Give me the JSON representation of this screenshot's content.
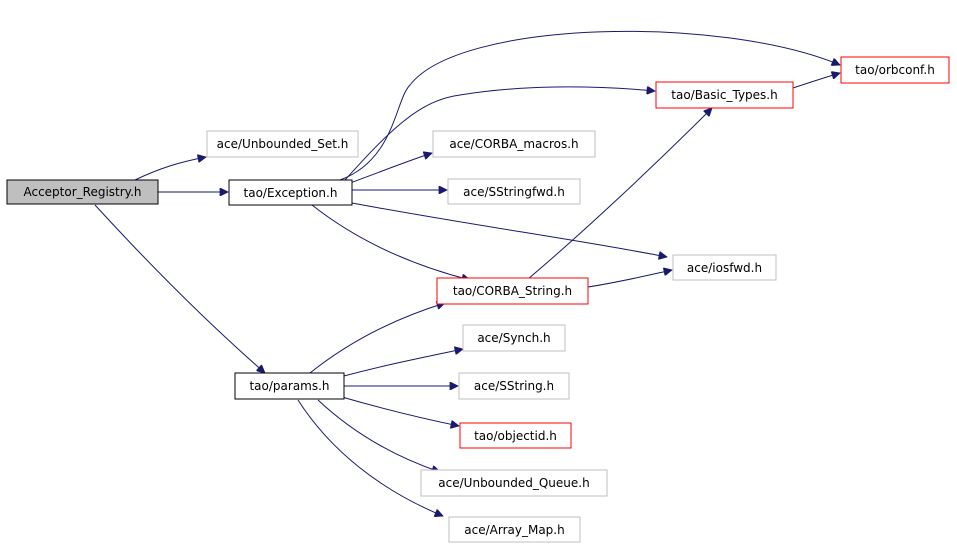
{
  "colors": {
    "edge": "#191970",
    "root_fill": "#bfbfbf",
    "root_border": "#000000",
    "documented_border": "#000000",
    "undocumented_border": "#bfbfbf",
    "truncated_border": "#ff0000",
    "node_fill": "#ffffff"
  },
  "nodes": [
    {
      "id": "acceptor_registry",
      "label": "Acceptor_Registry.h",
      "style": "root"
    },
    {
      "id": "ace_unbounded_set",
      "label": "ace/Unbounded_Set.h",
      "style": "undocumented"
    },
    {
      "id": "tao_exception",
      "label": "tao/Exception.h",
      "style": "documented"
    },
    {
      "id": "tao_params",
      "label": "tao/params.h",
      "style": "documented"
    },
    {
      "id": "tao_orbconf",
      "label": "tao/orbconf.h",
      "style": "truncated"
    },
    {
      "id": "tao_basic_types",
      "label": "tao/Basic_Types.h",
      "style": "truncated"
    },
    {
      "id": "ace_corba_macros",
      "label": "ace/CORBA_macros.h",
      "style": "undocumented"
    },
    {
      "id": "ace_sstringfwd",
      "label": "ace/SStringfwd.h",
      "style": "undocumented"
    },
    {
      "id": "ace_iosfwd",
      "label": "ace/iosfwd.h",
      "style": "undocumented"
    },
    {
      "id": "tao_corba_string",
      "label": "tao/CORBA_String.h",
      "style": "truncated"
    },
    {
      "id": "ace_synch",
      "label": "ace/Synch.h",
      "style": "undocumented"
    },
    {
      "id": "ace_sstring",
      "label": "ace/SString.h",
      "style": "undocumented"
    },
    {
      "id": "tao_objectid",
      "label": "tao/objectid.h",
      "style": "truncated"
    },
    {
      "id": "ace_unbounded_queue",
      "label": "ace/Unbounded_Queue.h",
      "style": "undocumented"
    },
    {
      "id": "ace_array_map",
      "label": "ace/Array_Map.h",
      "style": "undocumented"
    }
  ],
  "edges": [
    {
      "from": "acceptor_registry",
      "to": "ace_unbounded_set"
    },
    {
      "from": "acceptor_registry",
      "to": "tao_exception"
    },
    {
      "from": "acceptor_registry",
      "to": "tao_params"
    },
    {
      "from": "tao_exception",
      "to": "tao_orbconf"
    },
    {
      "from": "tao_exception",
      "to": "tao_basic_types"
    },
    {
      "from": "tao_exception",
      "to": "ace_corba_macros"
    },
    {
      "from": "tao_exception",
      "to": "ace_sstringfwd"
    },
    {
      "from": "tao_exception",
      "to": "ace_iosfwd"
    },
    {
      "from": "tao_exception",
      "to": "tao_corba_string"
    },
    {
      "from": "tao_basic_types",
      "to": "tao_orbconf"
    },
    {
      "from": "tao_corba_string",
      "to": "tao_basic_types"
    },
    {
      "from": "tao_corba_string",
      "to": "ace_iosfwd"
    },
    {
      "from": "tao_params",
      "to": "tao_corba_string"
    },
    {
      "from": "tao_params",
      "to": "ace_synch"
    },
    {
      "from": "tao_params",
      "to": "ace_sstring"
    },
    {
      "from": "tao_params",
      "to": "tao_objectid"
    },
    {
      "from": "tao_params",
      "to": "ace_unbounded_queue"
    },
    {
      "from": "tao_params",
      "to": "ace_array_map"
    }
  ]
}
